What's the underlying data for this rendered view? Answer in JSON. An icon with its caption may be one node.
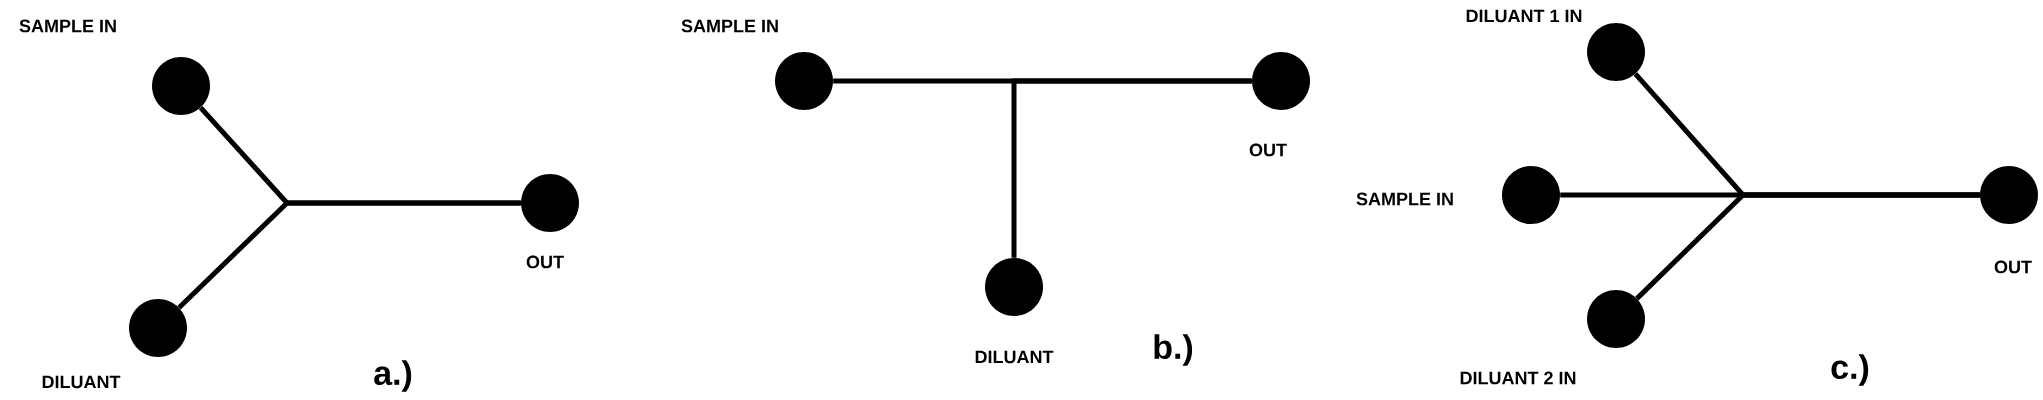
{
  "diagram": {
    "nodes": [
      {
        "text": [
          "SAMPLE IN"
        ]
      },
      {
        "text": [
          "DILUANT"
        ]
      },
      {
        "text": [
          "OUT"
        ]
      },
      {
        "text": [
          "SAMPLE IN"
        ]
      },
      {
        "text": [
          "DILUANT"
        ]
      },
      {
        "text": [
          "OUT"
        ]
      },
      {
        "text": [
          "DILUANT 1 IN"
        ]
      },
      {
        "text": [
          "SAMPLE IN"
        ]
      },
      {
        "text": [
          "DILUANT 2 IN"
        ]
      },
      {
        "text": [
          "OUT"
        ]
      }
    ],
    "edges": [
      {
        "from": 0,
        "to": 2,
        "arrow": "none"
      },
      {
        "from": 1,
        "to": 2,
        "arrow": "none"
      },
      {
        "from": 3,
        "to": 5,
        "arrow": "none"
      },
      {
        "from": 4,
        "to": 5,
        "arrow": "none"
      },
      {
        "from": 6,
        "to": 9,
        "arrow": "none"
      },
      {
        "from": 7,
        "to": 9,
        "arrow": "none"
      },
      {
        "from": 8,
        "to": 9,
        "arrow": "none"
      }
    ],
    "labels": [
      "a.)",
      "b.)",
      "c.)"
    ]
  }
}
